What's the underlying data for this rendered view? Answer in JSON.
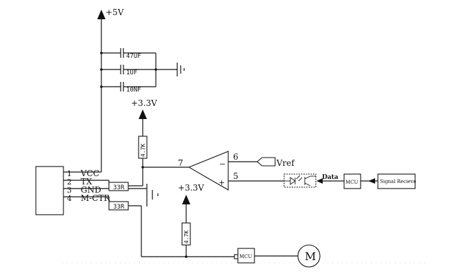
{
  "supplies": {
    "v5": "+5V",
    "v33_top": "+3.3V",
    "v33_bottom": "+3.3V"
  },
  "capacitors": [
    {
      "label": "47UF"
    },
    {
      "label": "1UF"
    },
    {
      "label": "10NF"
    }
  ],
  "connector": {
    "pins": [
      {
        "number": "1",
        "name": "VCC"
      },
      {
        "number": "2",
        "name": "TX"
      },
      {
        "number": "3",
        "name": "GND"
      },
      {
        "number": "4",
        "name": "M-CTR"
      }
    ]
  },
  "resistors": {
    "pullup_top": "4.7K",
    "pullup_bottom": "4.7K",
    "series_tx": "33R",
    "series_mctr": "33R"
  },
  "opamp": {
    "out_pin": "7",
    "inv_pin": "6",
    "noninv_pin": "5",
    "minus_sign": "−",
    "plus_sign": "+"
  },
  "vref": "Vref",
  "data_label": "Data",
  "mcu": {
    "receive_label": "MCU",
    "motor_label": "MCU"
  },
  "signal_receive": "Signal Recieve",
  "motor": "M"
}
